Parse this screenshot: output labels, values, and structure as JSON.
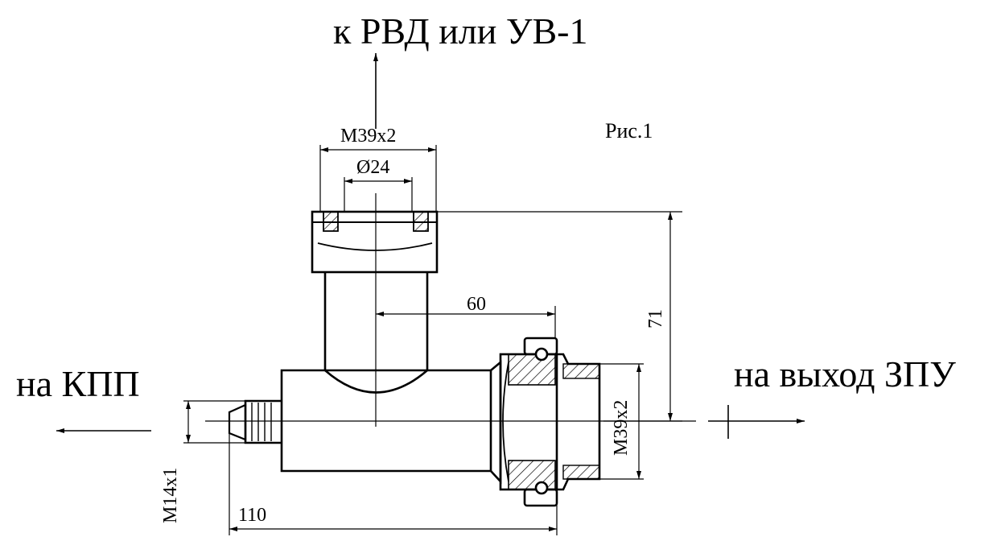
{
  "labels": {
    "top_target": "к РВД или УВ-1",
    "left_target": "на КПП",
    "right_target": "на выход ЗПУ",
    "figure": "Рис.1"
  },
  "dimensions": {
    "top_thread": "М39х2",
    "top_bore": "Ø24",
    "horizontal_offset": "60",
    "vertical_height": "71",
    "right_thread": "М39х2",
    "left_thread": "М14х1",
    "overall_length": "110"
  }
}
